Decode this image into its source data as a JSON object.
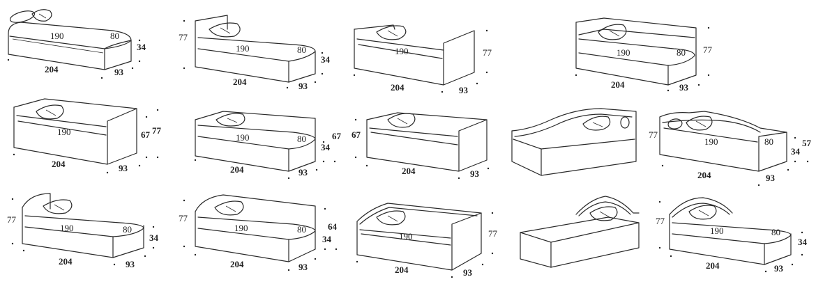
{
  "beds": [
    {
      "id": "b1",
      "name": "bed-1",
      "labels": {
        "length": "190",
        "width": "80",
        "height": "34",
        "total": "204",
        "depth": "93"
      }
    },
    {
      "id": "b2",
      "name": "bed-2",
      "labels": {
        "length": "190",
        "width": "80",
        "height": "34",
        "total": "204",
        "depth": "93",
        "back": "77"
      }
    },
    {
      "id": "b3",
      "name": "bed-3",
      "labels": {
        "length": "190",
        "total": "204",
        "depth": "93",
        "back": "77"
      }
    },
    {
      "id": "b4",
      "name": "bed-4",
      "labels": {
        "length": "190",
        "width": "80",
        "total": "204",
        "depth": "93",
        "back": "77"
      }
    },
    {
      "id": "b5",
      "name": "bed-5",
      "labels": {
        "length": "190",
        "total": "204",
        "depth": "93",
        "arm": "67",
        "back": "77"
      }
    },
    {
      "id": "b6",
      "name": "bed-6",
      "labels": {
        "length": "190",
        "width": "80",
        "height": "34",
        "total": "204",
        "depth": "93",
        "arm": "67"
      }
    },
    {
      "id": "b7",
      "name": "bed-7",
      "labels": {
        "total": "204",
        "depth": "93",
        "arm": "67"
      }
    },
    {
      "id": "b8",
      "name": "bed-8",
      "labels": {}
    },
    {
      "id": "b9",
      "name": "bed-9",
      "labels": {
        "length": "190",
        "width": "80",
        "height": "34",
        "total": "204",
        "depth": "93",
        "back": "77",
        "arm": "57"
      }
    },
    {
      "id": "b10",
      "name": "bed-10",
      "labels": {
        "length": "190",
        "width": "80",
        "height": "34",
        "total": "204",
        "depth": "93",
        "back": "77"
      }
    },
    {
      "id": "b11",
      "name": "bed-11",
      "labels": {
        "length": "190",
        "width": "80",
        "height": "34",
        "total": "204",
        "depth": "93",
        "back": "77",
        "arm": "64"
      }
    },
    {
      "id": "b12",
      "name": "bed-12",
      "labels": {
        "length": "190",
        "total": "204",
        "depth": "93",
        "back": "77"
      }
    },
    {
      "id": "b13",
      "name": "bed-13",
      "labels": {}
    },
    {
      "id": "b14",
      "name": "bed-14",
      "labels": {
        "length": "190",
        "width": "80",
        "height": "34",
        "total": "204",
        "depth": "93",
        "back": "77"
      }
    }
  ]
}
